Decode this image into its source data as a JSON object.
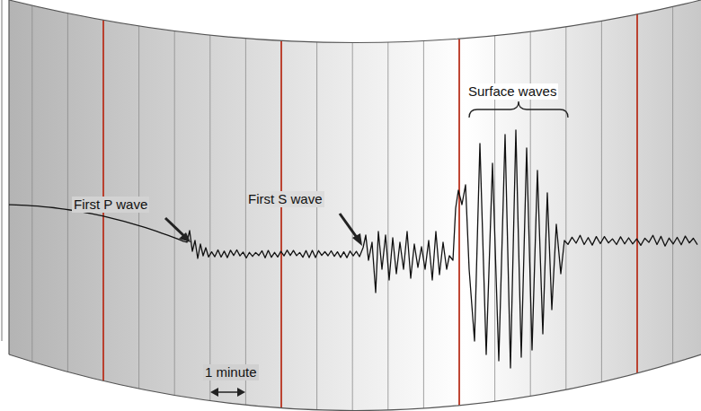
{
  "diagram": {
    "labels": [
      "First P wave",
      "First S wave",
      "Surface waves",
      "1 minute"
    ]
  }
}
